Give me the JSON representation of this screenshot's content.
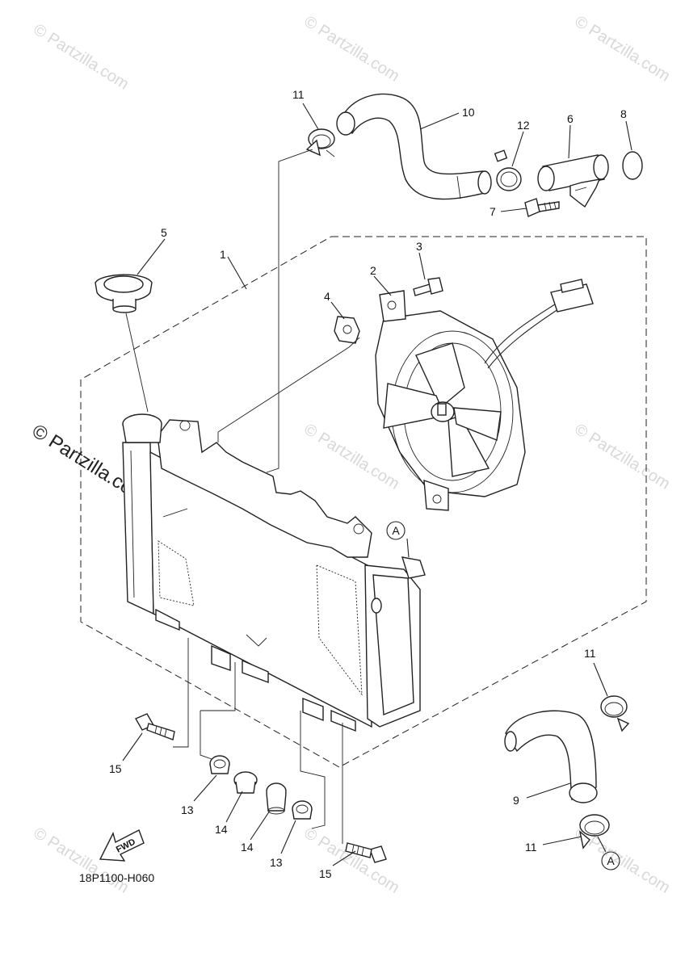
{
  "diagram_code": "18P1100-H060",
  "fwd_label": "FWD",
  "connection_label": "A",
  "watermark": "© Partzilla.com",
  "callouts": {
    "c1": "1",
    "c2": "2",
    "c3": "3",
    "c4": "4",
    "c5": "5",
    "c6": "6",
    "c7": "7",
    "c8": "8",
    "c9": "9",
    "c10": "10",
    "c11a": "11",
    "c11b": "11",
    "c11c": "11",
    "c12": "12",
    "c13a": "13",
    "c13b": "13",
    "c14a": "14",
    "c14b": "14",
    "c15a": "15",
    "c15b": "15"
  },
  "colors": {
    "ink": "#222222",
    "watermark": "#d8d8d8",
    "paper": "#ffffff"
  }
}
